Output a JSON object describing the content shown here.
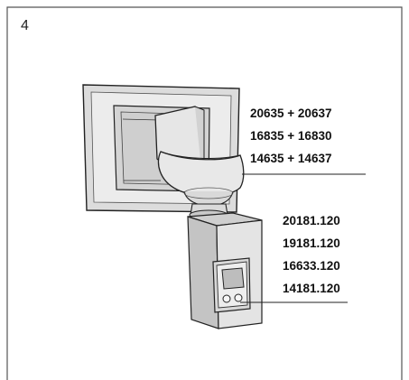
{
  "step_number": "4",
  "upper_codes": [
    "20635 + 20637",
    "16835 + 16830",
    "14635 + 14637"
  ],
  "lower_codes": [
    "20181.120",
    "19181.120",
    "16633.120",
    "14181.120"
  ]
}
